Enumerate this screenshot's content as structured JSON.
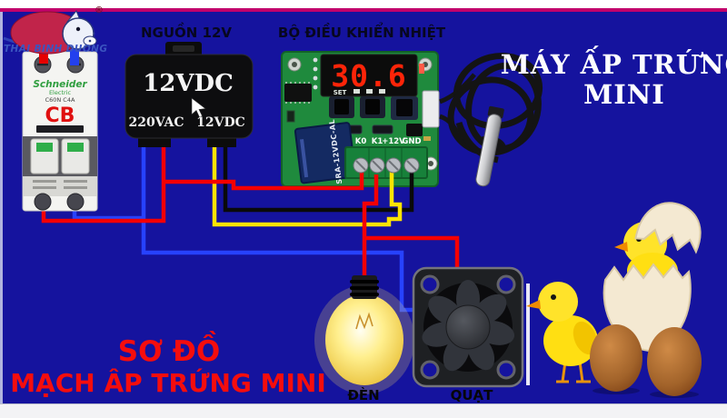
{
  "page": {
    "background": "#15139e",
    "accent_line_color": "#c2016b",
    "top_strip_color": "#ffffff",
    "bottom_strip_color": "#f3f3f5"
  },
  "logo": {
    "brand": "THAI BINH DUONG",
    "registered": "®"
  },
  "breaker": {
    "brand": "Schneider",
    "sub_brand": "Electric",
    "model": "C60N C4A",
    "label": "CB"
  },
  "power_supply": {
    "caption": "NGUỒN 12V",
    "name": "12VDC",
    "input_label": "220VAC",
    "output_label": "12VDC"
  },
  "controller": {
    "caption": "BỘ ĐIỀU KHIỂN NHIỆT",
    "display_value": "30.6",
    "set_label": "SET",
    "relay_label": "SRA-12VDC-AL",
    "terminals": [
      "K0",
      "K1",
      "+12V",
      "GND"
    ]
  },
  "title": {
    "line1": "MÁY ẤP TRỨNG",
    "line2": "MINI"
  },
  "diagram_title": {
    "line1": "SƠ ĐỒ",
    "line2": "MẠCH ÂP TRỨNG MINI"
  },
  "devices": {
    "lamp_label": "ĐÈN",
    "fan_label": "QUẠT"
  },
  "wires": {
    "live_color": "#f50000",
    "neutral_color": "#2742ff",
    "positive_color": "#ffe400",
    "ground_color": "#0a0a0a"
  }
}
